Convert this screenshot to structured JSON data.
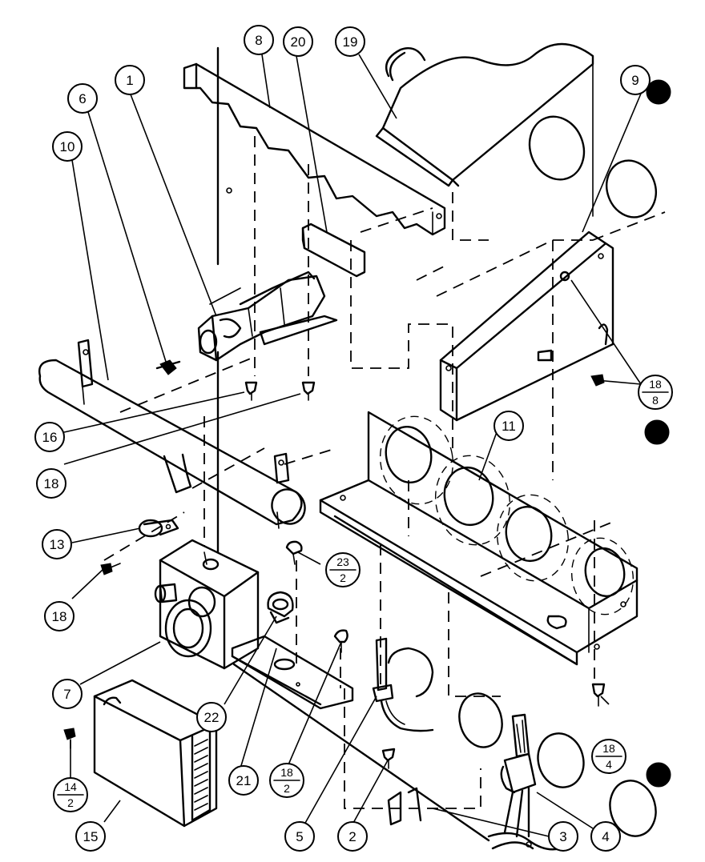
{
  "callouts": {
    "c1": "1",
    "c2": "2",
    "c3": "3",
    "c4": "4",
    "c5": "5",
    "c6": "6",
    "c7": "7",
    "c8": "8",
    "c9": "9",
    "c10": "10",
    "c11": "11",
    "c13": "13",
    "c15": "15",
    "c16": "16",
    "c18a": "18",
    "c18b": "18",
    "c19": "19",
    "c20": "20",
    "c21": "21",
    "c22": "22"
  },
  "fractions": {
    "f18_8": {
      "top": "18",
      "bottom": "8"
    },
    "f23_2": {
      "top": "23",
      "bottom": "2"
    },
    "f14_2": {
      "top": "14",
      "bottom": "2"
    },
    "f18_2": {
      "top": "18",
      "bottom": "2"
    },
    "f18_4": {
      "top": "18",
      "bottom": "4"
    }
  }
}
